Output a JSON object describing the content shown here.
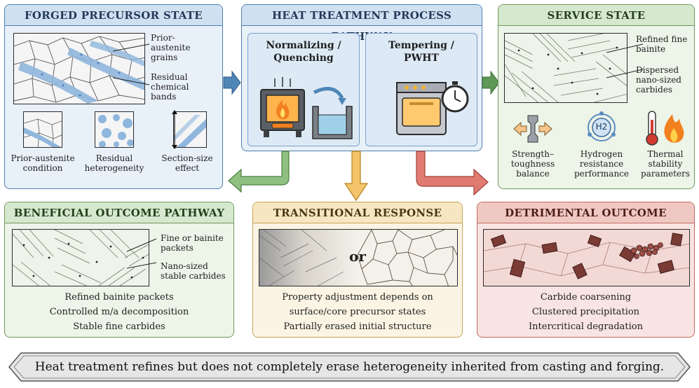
{
  "forged": {
    "title": "FORGED PRECURSOR STATE",
    "callouts": [
      "Prior-austenite grains",
      "Residual chemical bands"
    ],
    "insets": [
      "Prior-austenite condition",
      "Residual heterogeneity",
      "Section-size effect"
    ]
  },
  "heat": {
    "title": "HEAT TREATMENT PROCESS PATHWAY",
    "left_step": "Normalizing / Quenching",
    "right_step": "Tempering / PWHT"
  },
  "service": {
    "title": "SERVICE STATE",
    "callouts": [
      "Refined fine bainite",
      "Dispersed nano-sized carbides"
    ],
    "properties": [
      "Strength–toughness balance",
      "Hydrogen resistance performance",
      "Thermal stability parameters"
    ],
    "h2_symbol": "H2"
  },
  "beneficial": {
    "title": "BENEFICIAL OUTCOME PATHWAY",
    "callouts": [
      "Fine or bainite packets",
      "Nano-sized stable carbides"
    ],
    "bullets": [
      "Refined bainite packets",
      "Controlled m/a decomposition",
      "Stable fine carbides"
    ]
  },
  "transitional": {
    "title": "TRANSITIONAL RESPONSE PATHWAY",
    "or_label": "or",
    "bullets": [
      "Property adjustment depends on",
      "surface/core precursor states",
      "Partially erased initial structure"
    ]
  },
  "detrimental": {
    "title": "DETRIMENTAL OUTCOME PATHWAY",
    "bullets": [
      "Carbide coarsening",
      "Clustered precipitation",
      "Intercritical degradation"
    ]
  },
  "summary": "Heat treatment refines but does not completely erase heterogeneity inherited from casting and forging.",
  "colors": {
    "blue_arrow": "#4f86b8",
    "green_arrow": "#5e9a55",
    "amber_arrow": "#e0a33a",
    "red_arrow": "#c0504a",
    "flame": "#f2801f"
  }
}
